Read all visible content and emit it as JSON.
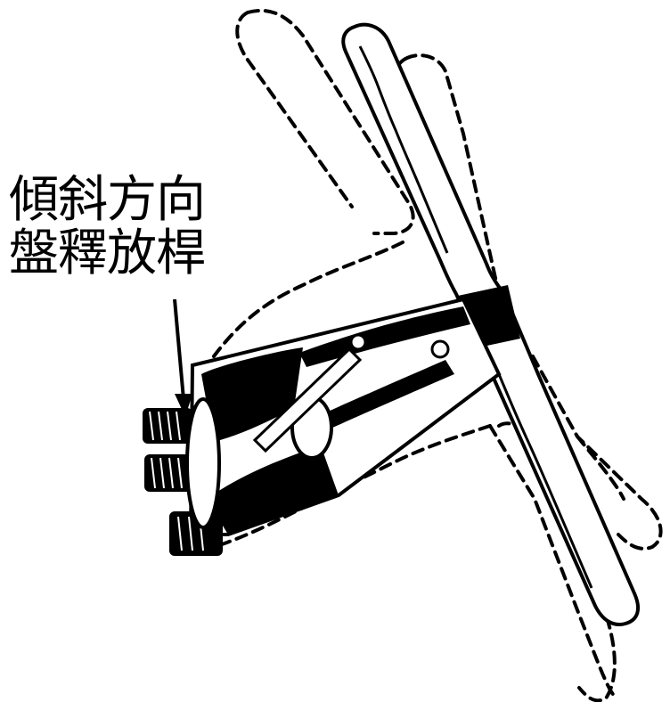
{
  "callout": {
    "line1": "傾斜方向",
    "line2": "盤釋放桿"
  },
  "colors": {
    "ink": "#000000",
    "paper": "#ffffff"
  },
  "illustration": {
    "subject": "steering-column-assembly",
    "icons": [
      "steering-wheel-icon",
      "tilt-positions-dashed"
    ]
  }
}
